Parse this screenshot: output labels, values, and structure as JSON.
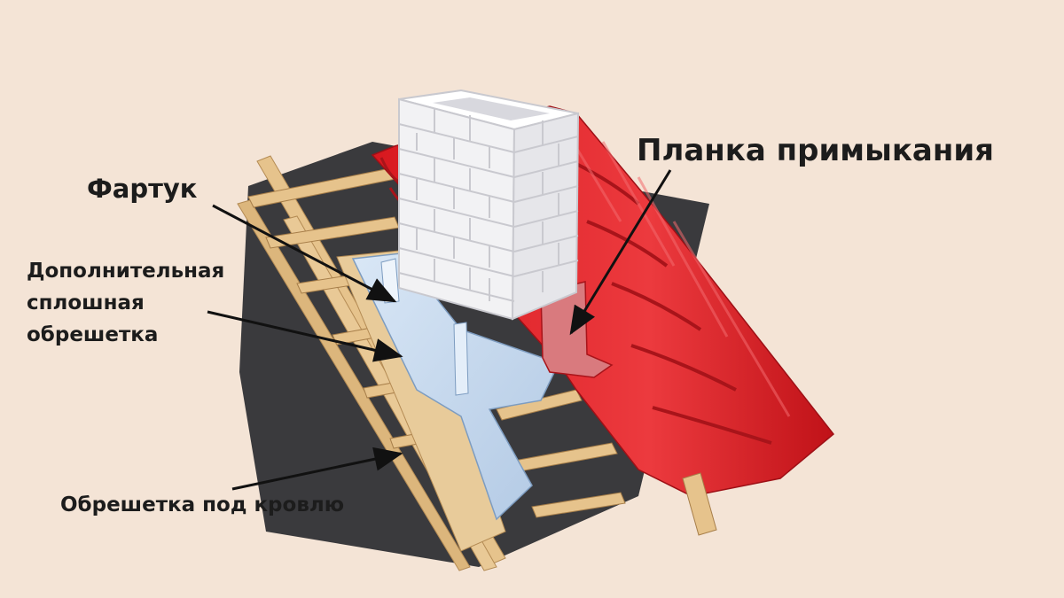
{
  "labels": {
    "apron": "Фартук",
    "flashing_strip": "Планка примыкания",
    "extra_sheathing": [
      "Дополнительная",
      "сплошная",
      "обрешетка"
    ],
    "roof_lathing": "Обрешетка под кровлю"
  },
  "colors": {
    "background": "#f4e4d6",
    "tile": "#e3262c",
    "tile_shadow": "#a8141a",
    "membrane": "#3a3a3d",
    "wood": "#e6c38c",
    "flashing": "#c8dcf0",
    "brick": "#f2f2f4",
    "brick_mortar": "#c9c9cf",
    "leader": "#111111"
  },
  "icons": [
    "arrow-pointer-icon"
  ]
}
